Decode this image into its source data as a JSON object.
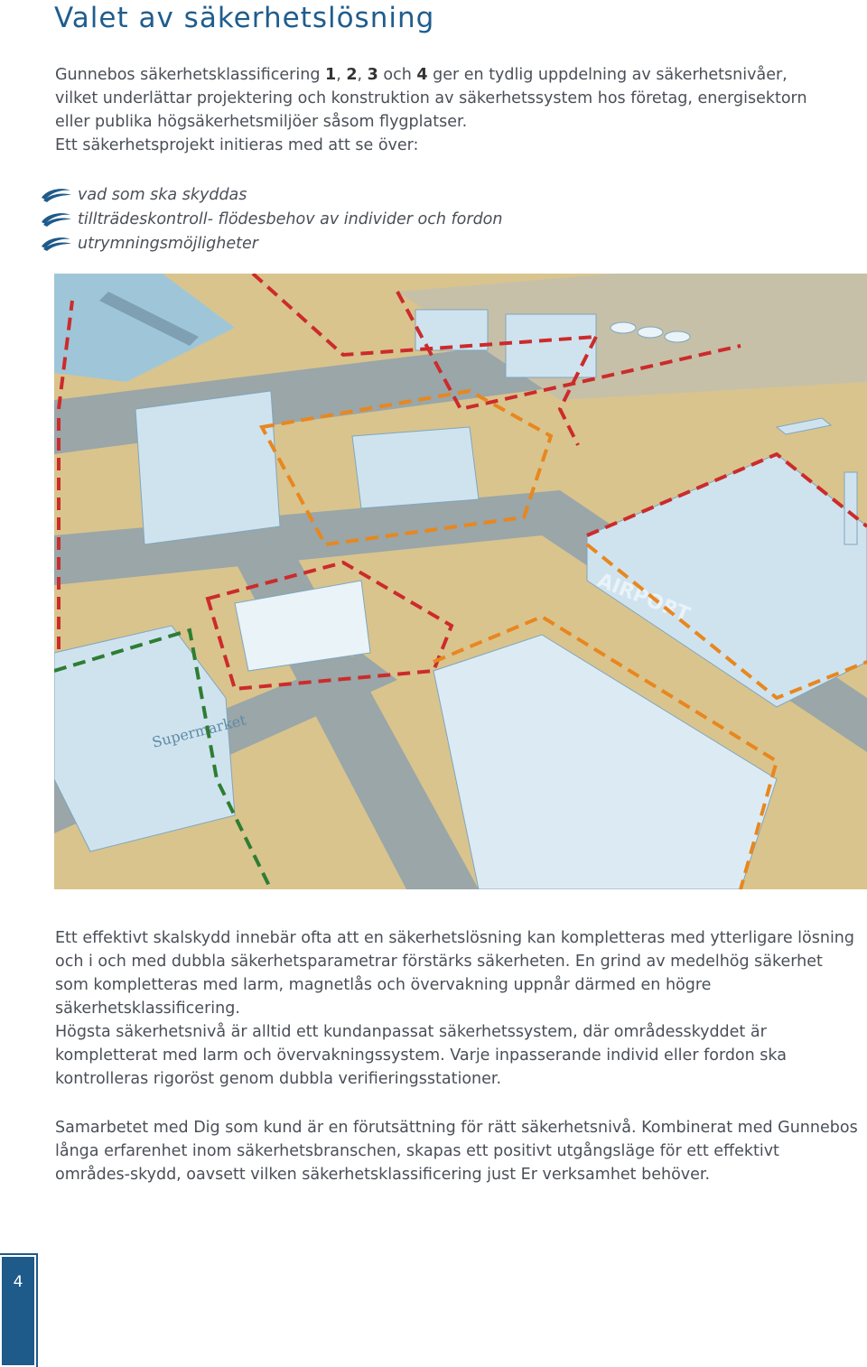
{
  "page": {
    "title": "Valet av säkerhetslösning",
    "page_number": "4"
  },
  "intro": {
    "pre": "Gunnebos säkerhetsklassificering ",
    "n1": "1",
    "sep1": ", ",
    "n2": "2",
    "sep2": ", ",
    "n3": "3",
    "sep3": " och ",
    "n4": "4",
    "post": " ger en tydlig uppdelning av säkerhetsnivåer, vilket underlättar projektering och konstruktion av säkerhetssystem hos företag, energisektorn eller publika högsäkerhetsmiljöer såsom flygplatser.",
    "line2": "Ett säkerhetsprojekt initieras med att se över:"
  },
  "bullets": [
    "vad som ska skyddas",
    "tillträdeskontroll- flödesbehov av individer och fordon",
    "utrymningsmöjligheter"
  ],
  "illustration": {
    "supermarket_label": "Supermarket",
    "airport_label": "AIRPORT"
  },
  "paragraphs": {
    "p1": "Ett effektivt skalskydd innebär ofta att en säkerhetslösning kan kompletteras med ytterligare lösning och i och med dubbla säkerhetsparametrar förstärks säkerheten. En grind av medelhög säkerhet som kompletteras med larm, magnetlås och övervakning uppnår därmed en högre säkerhetsklassificering.",
    "p2": "Högsta säkerhetsnivå är alltid ett kundanpassat säkerhetssystem, där områdesskyddet är kompletterat med larm och övervakningssystem. Varje inpasserande individ eller fordon ska kontrolleras rigoröst genom dubbla verifieringsstationer.",
    "p3": "Samarbetet med Dig som kund är en förutsättning för rätt säkerhetsnivå. Kombinerat med Gunnebos långa erfarenhet inom säkerhetsbranschen, skapas ett positivt utgångsläge för ett effektivt områdes-skydd, oavsett vilken säkerhetsklassificering just Er verksamhet behöver."
  },
  "colors": {
    "title": "#1f5d8e",
    "text": "#4a4f57",
    "accent_blue": "#1e5a8a",
    "ground": "#d9c48e",
    "road": "#9aa6a8",
    "building": "#cfe3ef",
    "fence_red": "#cc2b2b",
    "fence_orange": "#e8871e",
    "fence_green": "#2e7d32"
  }
}
